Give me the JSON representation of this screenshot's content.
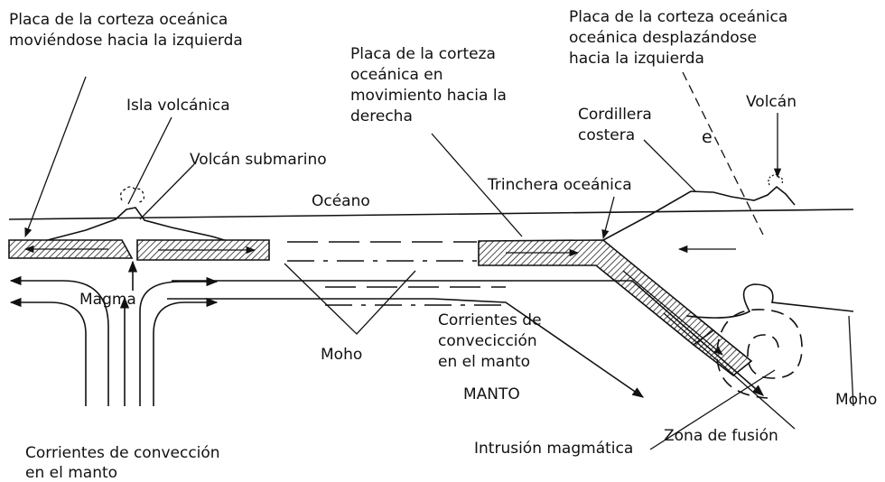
{
  "labels": {
    "plate_left_1": "Placa de la corteza oceánica",
    "plate_left_2": "moviéndose hacia la izquierda",
    "island": "Isla volcánica",
    "submarine_volcano": "Volcán submarino",
    "plate_right_1": "Placa de la corteza",
    "plate_right_2": "oceánica en",
    "plate_right_3": "movimiento hacia la",
    "plate_right_4": "derecha",
    "plate_far_1": "Placa de la corteza oceánica",
    "plate_far_2": "oceánica desplazándose",
    "plate_far_3": "hacia la izquierda",
    "range_1": "Cordillera",
    "range_2": "costera",
    "letter_e": "e",
    "volcano": "Volcán",
    "ocean": "Océano",
    "trench": "Trinchera oceánica",
    "magma": "Magma",
    "moho_center": "Moho",
    "currents_1": "Corrientes de",
    "currents_2": "convecicción",
    "currents_3": "en el manto",
    "mantle": "MANTO",
    "moho_right": "Moho",
    "fusion_zone": "Zona de fusión",
    "intrusion": "Intrusión magmática",
    "bottom_currents_1": "Corrientes de convección",
    "bottom_currents_2": "en el manto"
  }
}
